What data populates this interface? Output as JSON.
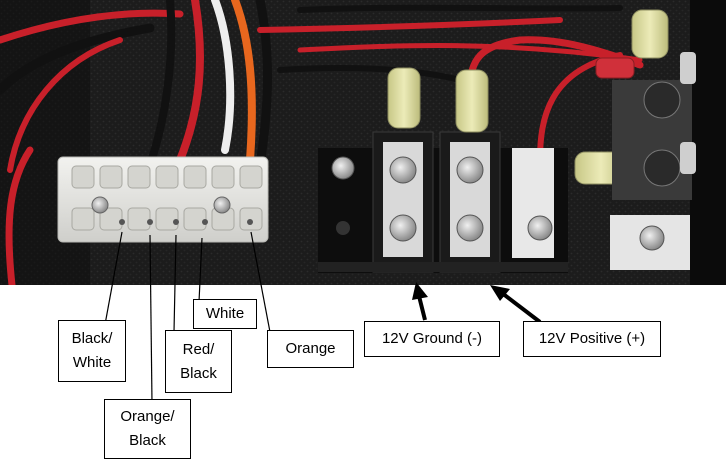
{
  "labels": {
    "black_white": {
      "line1": "Black/",
      "line2": "White"
    },
    "orange_black": {
      "line1": "Orange/",
      "line2": "Black"
    },
    "red_black": {
      "line1": "Red/",
      "line2": "Black"
    },
    "white": {
      "text": "White"
    },
    "orange": {
      "text": "Orange"
    },
    "ground": {
      "text": "12V Ground (-)"
    },
    "positive": {
      "text": "12V Positive (+)"
    }
  },
  "colors": {
    "background_panel": "#1c1c1c",
    "wire_red": "#c8202a",
    "wire_orange": "#e8671e",
    "wire_white": "#eeeeee",
    "wire_black": "#111111",
    "connector": "#e6e6e3",
    "terminal_block": "#0d0d0d",
    "crimp_yellow": "#d8d79a",
    "crimp_red": "#d0303a",
    "callout_line": "#000000"
  }
}
